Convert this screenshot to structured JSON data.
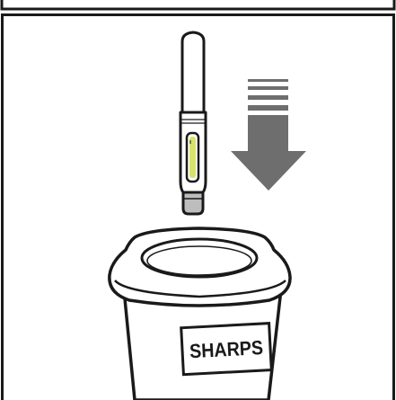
{
  "container": {
    "label": "SHARPS"
  },
  "colors": {
    "outline": "#1a1a1a",
    "pen_body": "#ffffff",
    "pen_window": "#d8e36a",
    "pen_cap": "#bdbdbd",
    "arrow": "#6e6e6e",
    "container_fill": "#ffffff"
  },
  "icons": [
    "auto-injector-pen",
    "down-arrow-icon",
    "sharps-container"
  ]
}
